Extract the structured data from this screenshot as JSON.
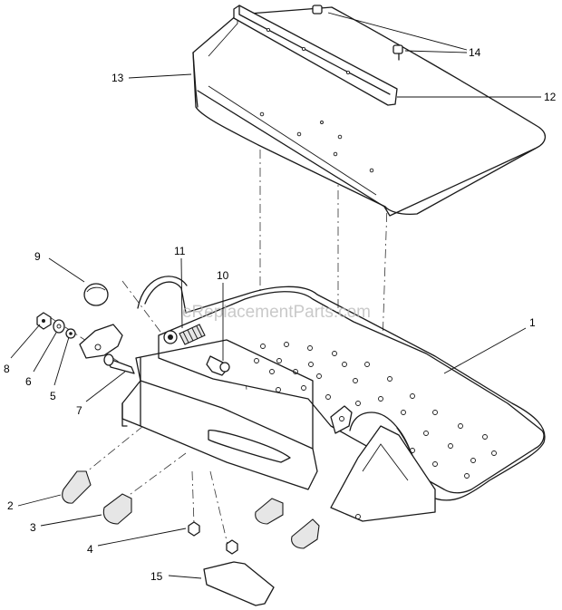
{
  "watermark": "eReplacementParts.com",
  "callouts": [
    {
      "id": "c1",
      "label": "1"
    },
    {
      "id": "c2",
      "label": "2"
    },
    {
      "id": "c3",
      "label": "3"
    },
    {
      "id": "c4",
      "label": "4"
    },
    {
      "id": "c5",
      "label": "5"
    },
    {
      "id": "c6",
      "label": "6"
    },
    {
      "id": "c7",
      "label": "7"
    },
    {
      "id": "c8",
      "label": "8"
    },
    {
      "id": "c9",
      "label": "9"
    },
    {
      "id": "c10",
      "label": "10"
    },
    {
      "id": "c11",
      "label": "11"
    },
    {
      "id": "c12",
      "label": "12"
    },
    {
      "id": "c13",
      "label": "13"
    },
    {
      "id": "c14",
      "label": "14"
    },
    {
      "id": "c15",
      "label": "15"
    }
  ]
}
